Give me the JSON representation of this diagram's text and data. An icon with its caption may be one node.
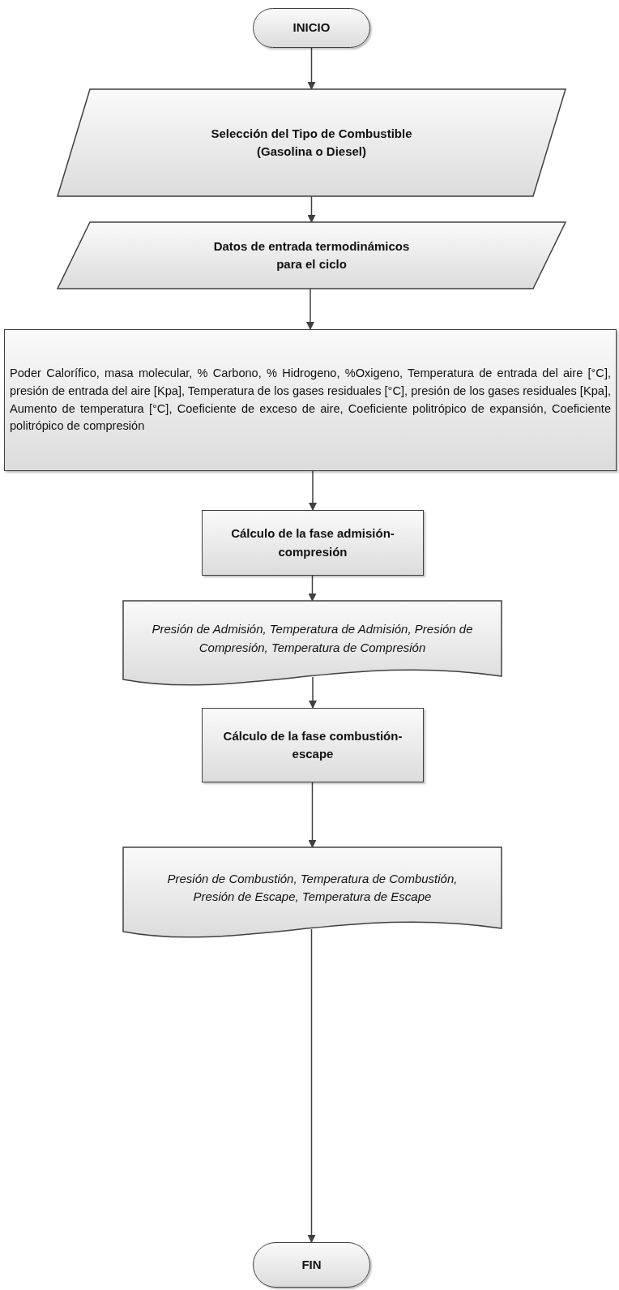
{
  "diagram": {
    "nodes": [
      {
        "text": [
          "INICIO"
        ]
      },
      {
        "text": [
          "Selección del Tipo de Combustible (Gasolina o Diesel)"
        ]
      },
      {
        "text": [
          "Datos de entrada termodinámicos para el ciclo"
        ]
      },
      {
        "text": [
          "Poder Calorífico, masa molecular, % Carbono, % Hidrogeno, %Oxigeno, Temperatura de entrada del aire [°C], presión de entrada del aire [Kpa], Temperatura de los gases residuales [°C], presión de los gases residuales [Kpa], Aumento de temperatura [°C], Coeficiente de exceso de aire, Coeficiente politrópico de expansión, Coeficiente politrópico de compresión"
        ]
      },
      {
        "text": [
          "Cálculo de la fase admisión-compresión"
        ]
      },
      {
        "text": [
          "Presión de Admisión, Temperatura de Admisión, Presión de Compresión, Temperatura de Compresión"
        ]
      },
      {
        "text": [
          "Cálculo de la fase combustión-escape"
        ]
      },
      {
        "text": [
          "Presión de Combustión, Temperatura de Combustión, Presión de Escape, Temperatura de Escape"
        ]
      },
      {
        "text": [
          "FIN"
        ]
      }
    ],
    "edges": [
      {
        "from": 0,
        "to": 1,
        "arrow": "to"
      },
      {
        "from": 1,
        "to": 2,
        "arrow": "to"
      },
      {
        "from": 2,
        "to": 3,
        "arrow": "to"
      },
      {
        "from": 3,
        "to": 4,
        "arrow": "to"
      },
      {
        "from": 4,
        "to": 5,
        "arrow": "to"
      },
      {
        "from": 5,
        "to": 6,
        "arrow": "to"
      },
      {
        "from": 6,
        "to": 7,
        "arrow": "to"
      },
      {
        "from": 7,
        "to": 8,
        "arrow": "to"
      }
    ]
  }
}
